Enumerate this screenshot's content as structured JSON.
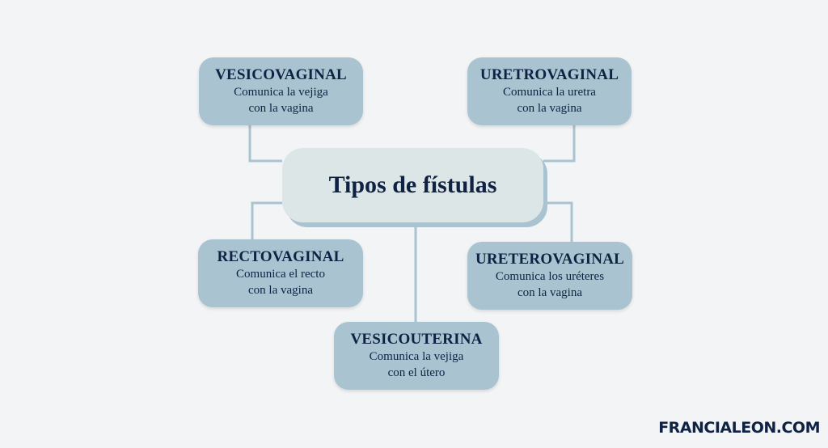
{
  "center": {
    "title": "Tipos de fístulas"
  },
  "nodes": {
    "vesicovaginal": {
      "title": "VESICOVAGINAL",
      "line1": "Comunica la vejiga",
      "line2": "con la vagina"
    },
    "uretrovaginal": {
      "title": "URETROVAGINAL",
      "line1": "Comunica la uretra",
      "line2": "con la vagina"
    },
    "rectovaginal": {
      "title": "RECTOVAGINAL",
      "line1": "Comunica el recto",
      "line2": "con la vagina"
    },
    "ureterovaginal": {
      "title": "URETEROVAGINAL",
      "line1": "Comunica los uréteres",
      "line2": "con la vagina"
    },
    "vesicouterina": {
      "title": "VESICOUTERINA",
      "line1": "Comunica la vejiga",
      "line2": "con el útero"
    }
  },
  "brand": {
    "text": "FRANCIALEON.COM"
  },
  "colors": {
    "background": "#f3f4f6",
    "node_fill": "#a9c3d0",
    "center_fill": "#dde6e7",
    "text": "#0f2244",
    "connector": "#a9c3d0"
  }
}
